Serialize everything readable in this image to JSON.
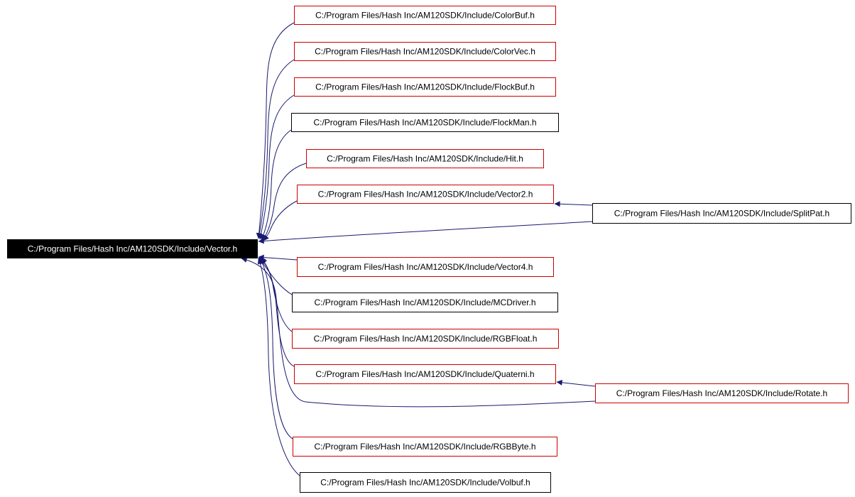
{
  "graph": {
    "colors": {
      "edge": "#191970",
      "border_red": "#cc0000",
      "border_black": "#000000",
      "root_fill": "#000000",
      "root_text": "#ffffff",
      "node_text": "#000000"
    },
    "root": {
      "id": "vector",
      "label": "C:/Program Files/Hash Inc/AM120SDK/Include/Vector.h"
    },
    "nodes": [
      {
        "id": "colorbuf",
        "label": "C:/Program Files/Hash Inc/AM120SDK/Include/ColorBuf.h",
        "border": "red"
      },
      {
        "id": "colorvec",
        "label": "C:/Program Files/Hash Inc/AM120SDK/Include/ColorVec.h",
        "border": "red"
      },
      {
        "id": "flockbuf",
        "label": "C:/Program Files/Hash Inc/AM120SDK/Include/FlockBuf.h",
        "border": "red"
      },
      {
        "id": "flockman",
        "label": "C:/Program Files/Hash Inc/AM120SDK/Include/FlockMan.h",
        "border": "black"
      },
      {
        "id": "hit",
        "label": "C:/Program Files/Hash Inc/AM120SDK/Include/Hit.h",
        "border": "red"
      },
      {
        "id": "vector2",
        "label": "C:/Program Files/Hash Inc/AM120SDK/Include/Vector2.h",
        "border": "red"
      },
      {
        "id": "splitpat",
        "label": "C:/Program Files/Hash Inc/AM120SDK/Include/SplitPat.h",
        "border": "black"
      },
      {
        "id": "vector4",
        "label": "C:/Program Files/Hash Inc/AM120SDK/Include/Vector4.h",
        "border": "red"
      },
      {
        "id": "mcdriver",
        "label": "C:/Program Files/Hash Inc/AM120SDK/Include/MCDriver.h",
        "border": "black"
      },
      {
        "id": "rgbfloat",
        "label": "C:/Program Files/Hash Inc/AM120SDK/Include/RGBFloat.h",
        "border": "red"
      },
      {
        "id": "quaterni",
        "label": "C:/Program Files/Hash Inc/AM120SDK/Include/Quaterni.h",
        "border": "red"
      },
      {
        "id": "rotate",
        "label": "C:/Program Files/Hash Inc/AM120SDK/Include/Rotate.h",
        "border": "red"
      },
      {
        "id": "rgbbyte",
        "label": "C:/Program Files/Hash Inc/AM120SDK/Include/RGBByte.h",
        "border": "red"
      },
      {
        "id": "volbuf",
        "label": "C:/Program Files/Hash Inc/AM120SDK/Include/Volbuf.h",
        "border": "black"
      }
    ],
    "edges": [
      {
        "from": "colorbuf",
        "to": "vector"
      },
      {
        "from": "colorvec",
        "to": "vector"
      },
      {
        "from": "flockbuf",
        "to": "vector"
      },
      {
        "from": "flockman",
        "to": "vector"
      },
      {
        "from": "hit",
        "to": "vector"
      },
      {
        "from": "vector2",
        "to": "vector"
      },
      {
        "from": "splitpat",
        "to": "vector"
      },
      {
        "from": "splitpat",
        "to": "vector2"
      },
      {
        "from": "vector4",
        "to": "vector"
      },
      {
        "from": "mcdriver",
        "to": "vector"
      },
      {
        "from": "rgbfloat",
        "to": "vector"
      },
      {
        "from": "quaterni",
        "to": "vector"
      },
      {
        "from": "rotate",
        "to": "quaterni"
      },
      {
        "from": "rotate",
        "to": "vector"
      },
      {
        "from": "rgbbyte",
        "to": "vector"
      },
      {
        "from": "volbuf",
        "to": "vector"
      }
    ]
  }
}
